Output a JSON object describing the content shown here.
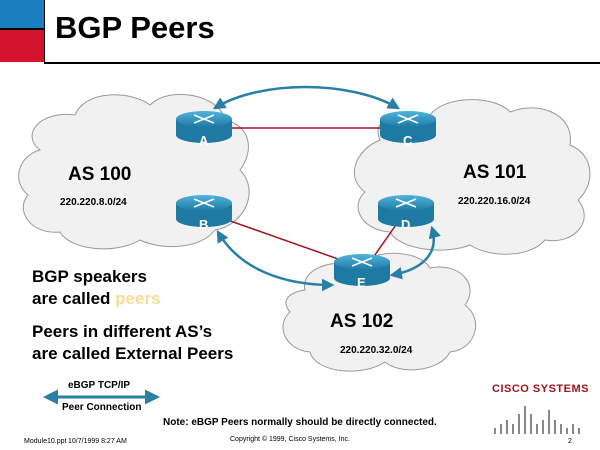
{
  "title": "BGP Peers",
  "colors": {
    "blue_block": "#1a7fbf",
    "red_block": "#d4142c",
    "router": "#2a8fb8",
    "link": "#a0141e",
    "arrow": "#2a7fa6",
    "peers_highlight": "#f7dc96"
  },
  "as_groups": [
    {
      "name": "AS 100",
      "prefix": "220.220.8.0/24"
    },
    {
      "name": "AS 101",
      "prefix": "220.220.16.0/24"
    },
    {
      "name": "AS 102",
      "prefix": "220.220.32.0/24"
    }
  ],
  "routers": [
    "A",
    "B",
    "C",
    "D",
    "E"
  ],
  "caption": {
    "line1": "BGP speakers",
    "line2_prefix": "are called ",
    "line2_highlight": "peers",
    "line3": "Peers in different AS’s",
    "line4": "are called External Peers"
  },
  "legend": {
    "line1": "eBGP TCP/IP",
    "line2": "Peer Connection"
  },
  "note": "Note: eBGP Peers normally should be directly connected.",
  "footer": {
    "file": "Module10.ppt",
    "date": "10/7/1999 8:27 AM",
    "copyright": "Copyright © 1999, Cisco Systems, Inc.",
    "page": "2"
  },
  "logo": {
    "text": "CISCO SYSTEMS",
    "icon": "cisco-bridge-logo"
  }
}
